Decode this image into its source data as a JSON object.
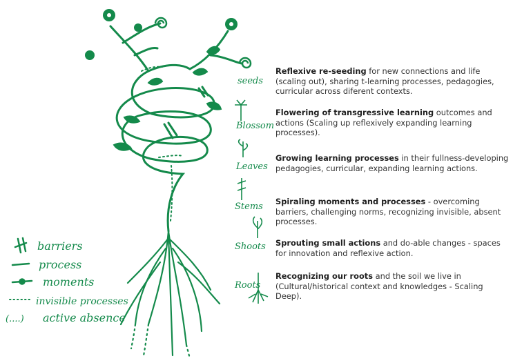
{
  "legend": [
    {
      "symbol": "barrier",
      "label": "barriers"
    },
    {
      "symbol": "process",
      "label": "process"
    },
    {
      "symbol": "moment",
      "label": "moments"
    },
    {
      "symbol": "invisible",
      "label": "invisible processes"
    },
    {
      "symbol": "absence",
      "label": "active absence"
    }
  ],
  "legend_absence_symbol": "(....)",
  "stages": [
    {
      "label": "seeds",
      "bold": "Reflexive re-seeding",
      "text": " for new connections and life (scaling out), sharing t-learning processes, pedagogies, curricular across diferent contexts."
    },
    {
      "label": "Blossom",
      "bold": "Flowering of transgressive learning",
      "text": " outcomes and actions (Scaling up reflexively expanding learning processes)."
    },
    {
      "label": "Leaves",
      "bold": "Growing learning processes",
      "text": " in their fullness-developing pedagogies, curricular, expanding learning actions."
    },
    {
      "label": "Stems",
      "bold": "Spiraling moments and processes",
      "text": " - overcoming barriers, challenging norms, recognizing invisible, absent processes."
    },
    {
      "label": "Shoots",
      "bold": "Sprouting small actions",
      "text": " and do-able changes - spaces for innovation and reflexive action."
    },
    {
      "label": "Roots",
      "bold": "Recognizing our roots",
      "text": " and the soil we live in (Cultural/historical context and knowledges - Scaling Deep)."
    }
  ],
  "colors": {
    "ink": "#148a4b",
    "text": "#333333"
  }
}
